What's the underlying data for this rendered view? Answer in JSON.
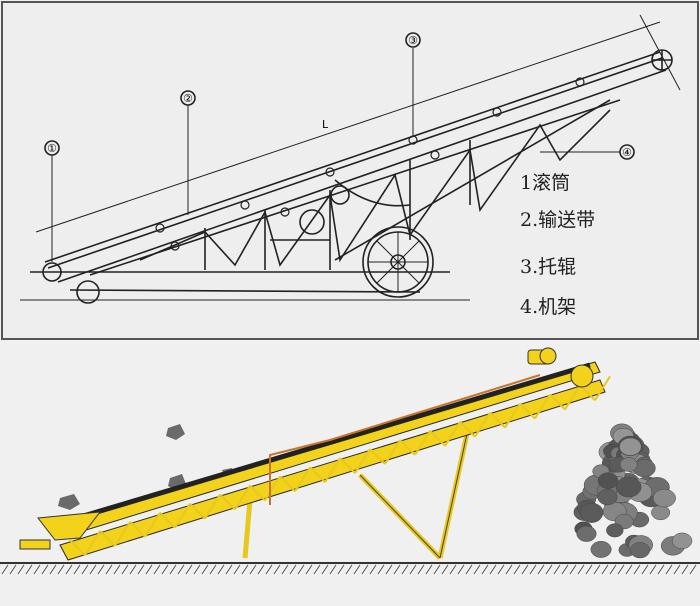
{
  "schematic": {
    "callouts": [
      "①",
      "②",
      "③",
      "④"
    ],
    "length_label": "L",
    "legend": [
      "1滚筒",
      "2.输送带",
      "3.托辊",
      "4.机架"
    ]
  },
  "colors": {
    "frame": "#f2d21a",
    "belt": "#222222",
    "guard": "#c8742a",
    "rock": "#6a6a6a"
  }
}
